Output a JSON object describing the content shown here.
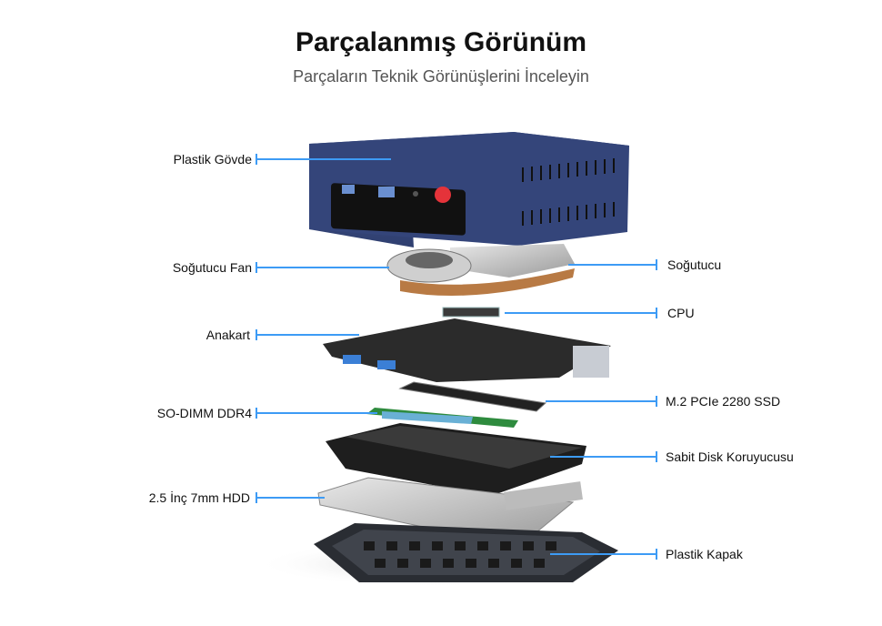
{
  "header": {
    "title": "Parçalanmış Görünüm",
    "subtitle": "Parçaların Teknik Görünüşlerini İnceleyin"
  },
  "labels": {
    "left": [
      "Plastik Gövde",
      "Soğutucu Fan",
      "Anakart",
      "SO-DIMM DDR4",
      "2.5 İnç 7mm HDD"
    ],
    "right": [
      "Soğutucu",
      "CPU",
      "M.2 PCIe 2280 SSD",
      "Sabit Disk Koruyucusu",
      "Plastik Kapak"
    ]
  },
  "colors": {
    "leader_line": "#3d9bf5",
    "case": "#34457a",
    "power_button": "#e5333a"
  }
}
